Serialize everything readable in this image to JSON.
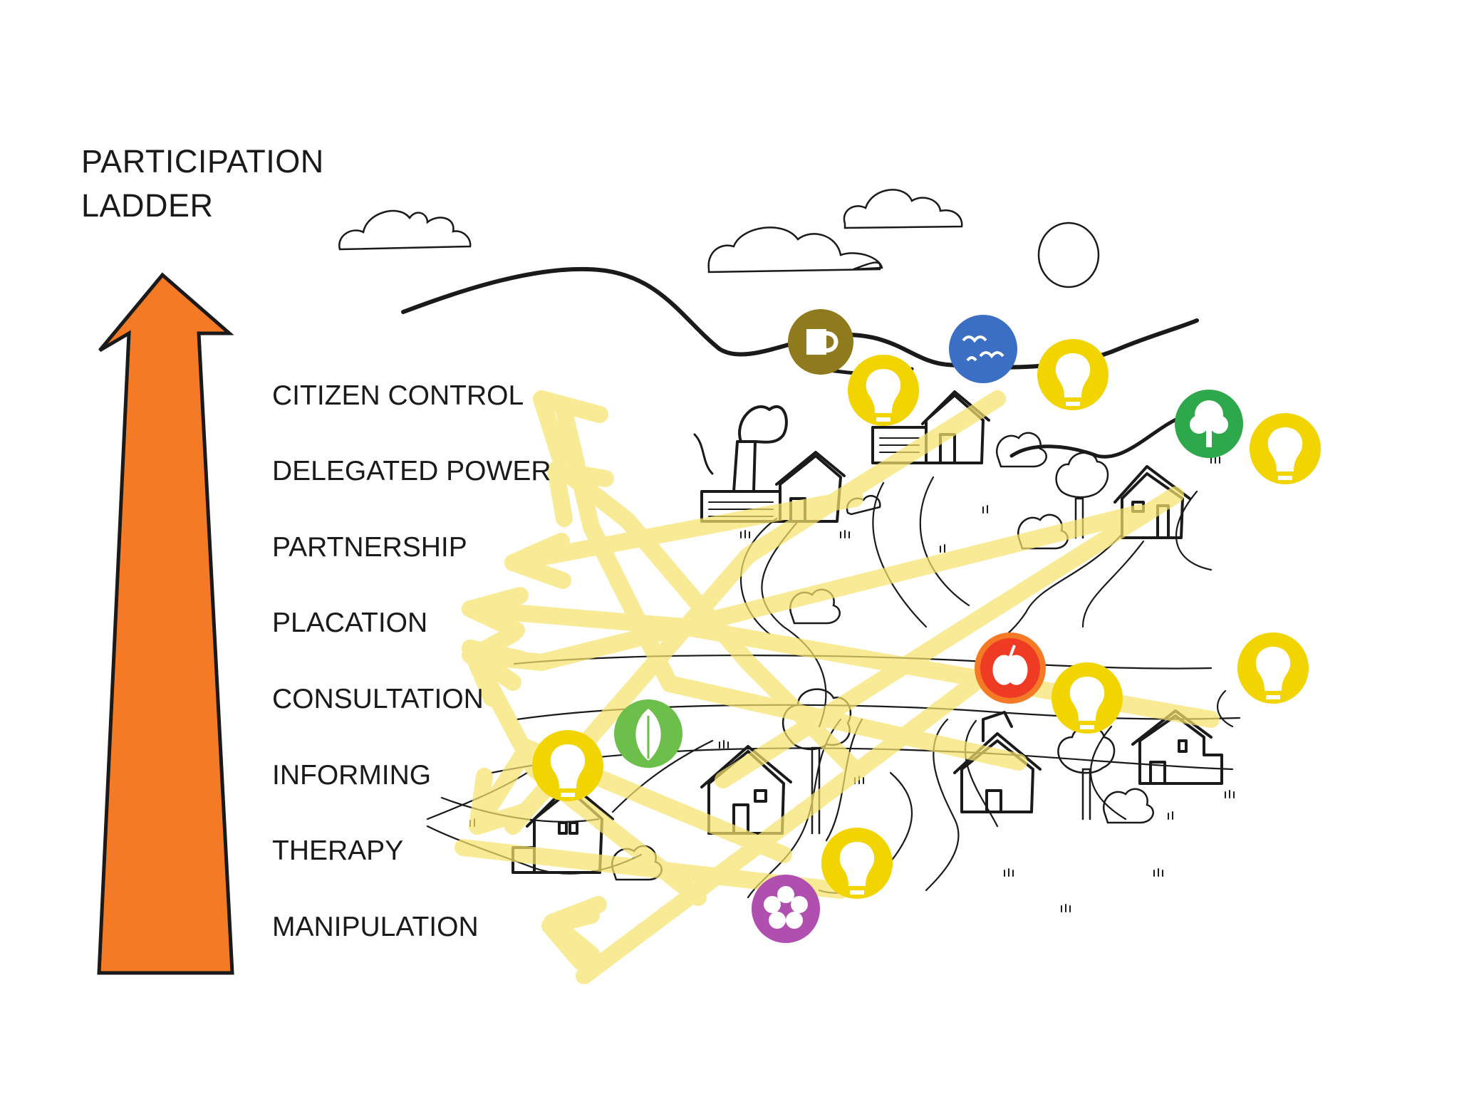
{
  "diagram": {
    "title_line1": "PARTICIPATION",
    "title_line2": "LADDER",
    "rungs": [
      "CITIZEN CONTROL",
      "DELEGATED POWER",
      "PARTNERSHIP",
      "PLACATION",
      "CONSULTATION",
      "INFORMING",
      "THERAPY",
      "MANIPULATION"
    ]
  },
  "colors": {
    "arrow": "#f57a25",
    "highlight_arrows": "#f7e46e",
    "badge_yellow": "#f2d400",
    "badge_olive": "#8f7a1e",
    "badge_blue": "#3a6fc4",
    "badge_green": "#2da84a",
    "badge_lightgreen": "#6cbf4a",
    "badge_red": "#ef3b24",
    "badge_purple": "#b04fb0"
  },
  "icons": [
    "upward-orange-arrow-icon",
    "cloud-icon",
    "sun-icon",
    "house-icon",
    "tree-icon",
    "factory-icon",
    "lightbulb-icon",
    "leaf-icon",
    "apple-icon",
    "birds-icon",
    "flower-icon",
    "coffee-cup-icon"
  ]
}
